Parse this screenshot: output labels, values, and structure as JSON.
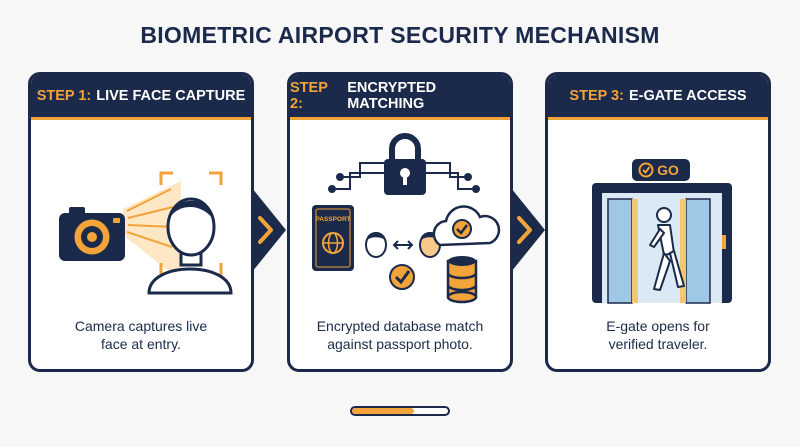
{
  "title": "BIOMETRIC AIRPORT SECURITY MECHANISM",
  "steps": [
    {
      "step": "STEP 1:",
      "name": "LIVE FACE CAPTURE",
      "caption": [
        "Camera captures live",
        "face at entry."
      ]
    },
    {
      "step": "STEP 2:",
      "name": "ENCRYPTED MATCHING",
      "caption": [
        "Encrypted database match",
        "against passport photo."
      ]
    },
    {
      "step": "STEP 3:",
      "name": "E-GATE ACCESS",
      "caption": [
        "E-gate opens for",
        "verified traveler."
      ]
    }
  ],
  "passport_label": "PASSPORT",
  "gate_sign": "GO",
  "progress": {
    "fraction": 0.65
  },
  "colors": {
    "navy": "#1b2a4a",
    "accent": "#f2a33a",
    "glass": "#9fc8e6"
  },
  "icons": [
    "camera-icon",
    "face-icon",
    "arrow-right-icon",
    "padlock-icon",
    "passport-icon",
    "cloud-check-icon",
    "database-icon",
    "check-icon",
    "e-gate-icon",
    "walking-person-icon"
  ]
}
